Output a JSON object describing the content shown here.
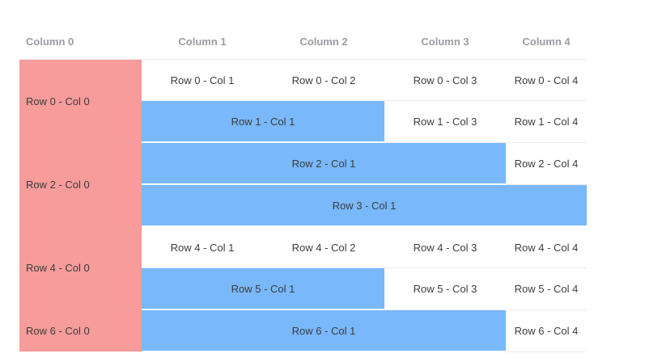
{
  "table": {
    "columns": [
      {
        "label": "Column 0"
      },
      {
        "label": "Column 1"
      },
      {
        "label": "Column 2"
      },
      {
        "label": "Column 3"
      },
      {
        "label": "Column 4"
      }
    ],
    "colors": {
      "highlight_pink": "#f79b9b",
      "highlight_blue": "#79b8fb",
      "header_text": "#9b9ba3",
      "cell_text": "#3c3c3c",
      "row_border": "#ececf0",
      "background": "#ffffff"
    },
    "rows": [
      {
        "cells": [
          {
            "text": "Row 0 - Col 0",
            "style": "pink",
            "rowspan": 2,
            "colspan": 1
          },
          {
            "text": "Row 0 - Col 1",
            "style": "plain",
            "rowspan": 1,
            "colspan": 1
          },
          {
            "text": "Row 0 - Col 2",
            "style": "plain",
            "rowspan": 1,
            "colspan": 1
          },
          {
            "text": "Row 0 - Col 3",
            "style": "plain",
            "rowspan": 1,
            "colspan": 1
          },
          {
            "text": "Row 0 - Col 4",
            "style": "plain",
            "rowspan": 1,
            "colspan": 1
          }
        ]
      },
      {
        "cells": [
          {
            "text": "Row 1 - Col 1",
            "style": "blue",
            "rowspan": 1,
            "colspan": 2
          },
          {
            "text": "Row 1 - Col 3",
            "style": "plain",
            "rowspan": 1,
            "colspan": 1
          },
          {
            "text": "Row 1 - Col 4",
            "style": "plain",
            "rowspan": 1,
            "colspan": 1
          }
        ]
      },
      {
        "cells": [
          {
            "text": "Row 2 - Col 0",
            "style": "pink",
            "rowspan": 2,
            "colspan": 1
          },
          {
            "text": "Row 2 - Col 1",
            "style": "blue",
            "rowspan": 1,
            "colspan": 3
          },
          {
            "text": "Row 2 - Col 4",
            "style": "plain",
            "rowspan": 1,
            "colspan": 1
          }
        ]
      },
      {
        "cells": [
          {
            "text": "Row 3 - Col 1",
            "style": "blue",
            "rowspan": 1,
            "colspan": 4
          }
        ]
      },
      {
        "cells": [
          {
            "text": "Row 4 - Col 0",
            "style": "pink",
            "rowspan": 2,
            "colspan": 1
          },
          {
            "text": "Row 4 - Col 1",
            "style": "plain",
            "rowspan": 1,
            "colspan": 1
          },
          {
            "text": "Row 4 - Col 2",
            "style": "plain",
            "rowspan": 1,
            "colspan": 1
          },
          {
            "text": "Row 4 - Col 3",
            "style": "plain",
            "rowspan": 1,
            "colspan": 1
          },
          {
            "text": "Row 4 - Col 4",
            "style": "plain",
            "rowspan": 1,
            "colspan": 1
          }
        ]
      },
      {
        "cells": [
          {
            "text": "Row 5 - Col 1",
            "style": "blue",
            "rowspan": 1,
            "colspan": 2
          },
          {
            "text": "Row 5 - Col 3",
            "style": "plain",
            "rowspan": 1,
            "colspan": 1
          },
          {
            "text": "Row 5 - Col 4",
            "style": "plain",
            "rowspan": 1,
            "colspan": 1
          }
        ]
      },
      {
        "cells": [
          {
            "text": "Row 6 - Col 0",
            "style": "pink",
            "rowspan": 2,
            "colspan": 1
          },
          {
            "text": "Row 6 - Col 1",
            "style": "blue",
            "rowspan": 1,
            "colspan": 3
          },
          {
            "text": "Row 6 - Col 4",
            "style": "plain",
            "rowspan": 1,
            "colspan": 1
          }
        ]
      }
    ]
  }
}
